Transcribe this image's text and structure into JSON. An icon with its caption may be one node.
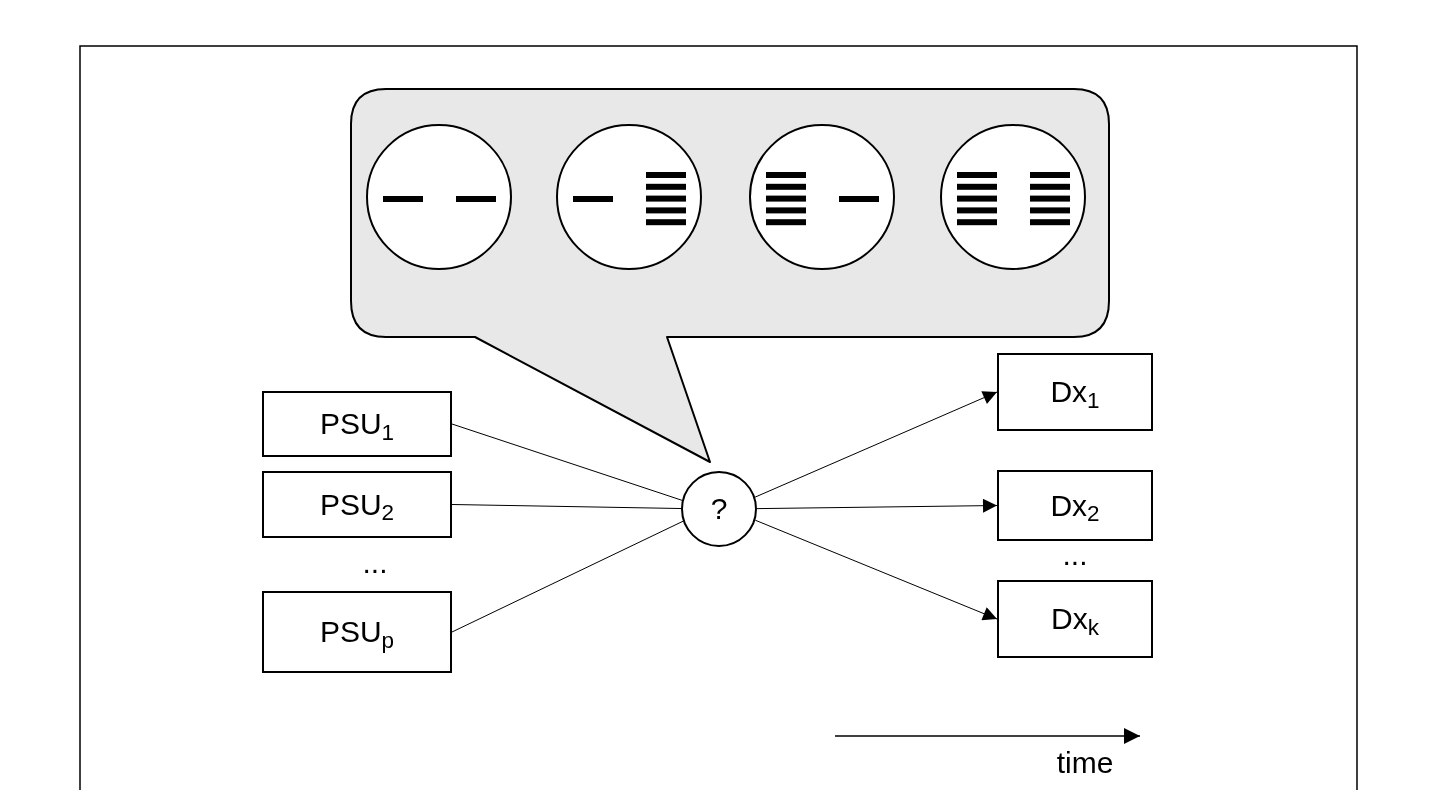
{
  "diagram": {
    "nodes": [
      {
        "text": [
          "PSU$_{1}$"
        ]
      },
      {
        "text": [
          "PSU$_{2}$"
        ]
      },
      {
        "text": [
          "PSU$_{p}$"
        ]
      },
      {
        "text": [
          "?"
        ]
      },
      {
        "text": [
          "Dx$_{1}$"
        ]
      },
      {
        "text": [
          "Dx$_{2}$"
        ]
      },
      {
        "text": [
          "Dx$_{k}$"
        ]
      },
      {
        "text": [],
        "shape": "box"
      },
      {
        "text": [],
        "shape": "circle",
        "in": 7
      },
      {
        "text": [],
        "shape": "circle",
        "in": 7
      },
      {
        "text": [],
        "shape": "circle",
        "in": 7
      },
      {
        "text": [],
        "shape": "circle",
        "in": 7
      }
    ],
    "edges": [
      {
        "from": 0,
        "to": 3,
        "arrow": "none"
      },
      {
        "from": 1,
        "to": 3,
        "arrow": "none"
      },
      {
        "from": 2,
        "to": 3,
        "arrow": "none"
      },
      {
        "from": 3,
        "to": 4,
        "arrow": "to"
      },
      {
        "from": 3,
        "to": 5,
        "arrow": "to"
      },
      {
        "from": 3,
        "to": 6,
        "arrow": "to"
      }
    ],
    "labels": [
      "...",
      "...",
      "time"
    ]
  }
}
